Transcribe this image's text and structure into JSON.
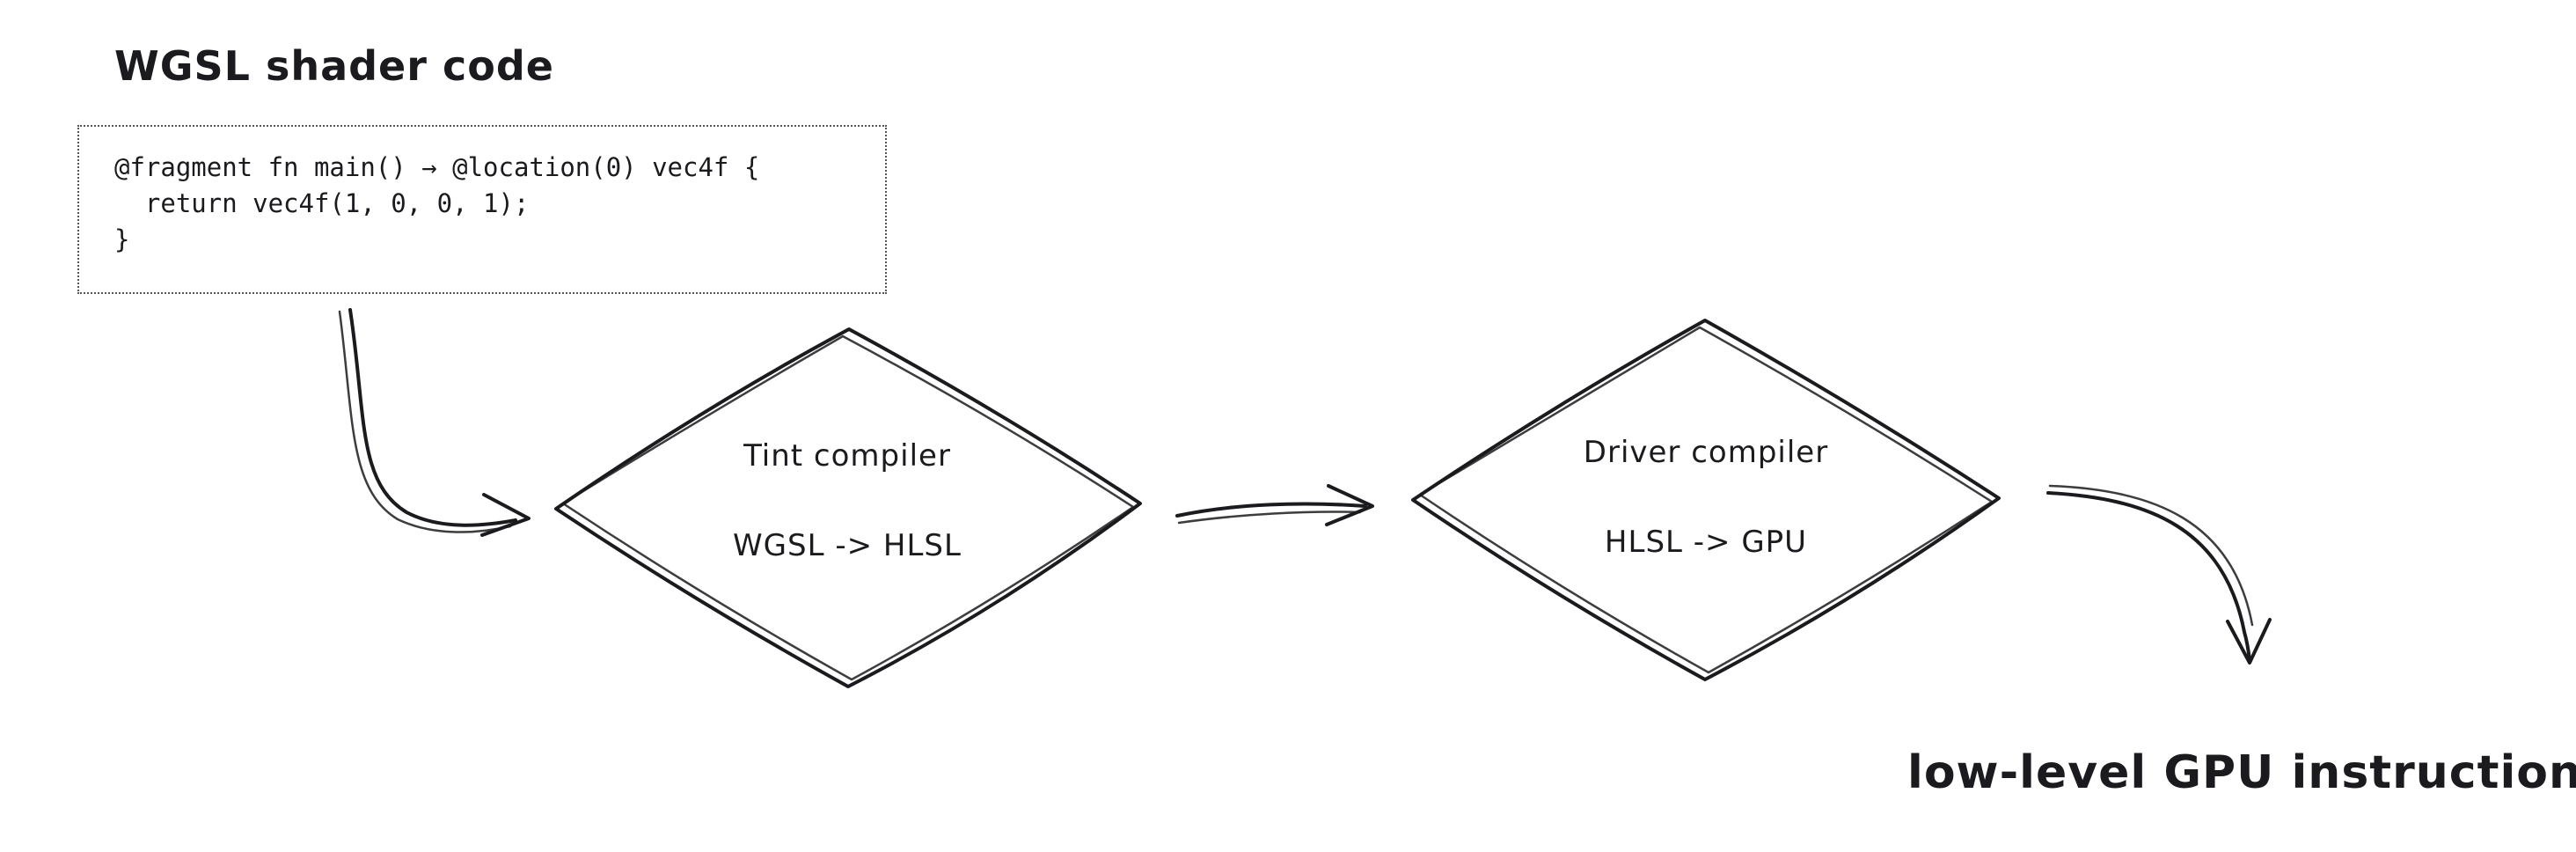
{
  "canvas": {
    "background": "#ffffff",
    "ink_color": "#1b1b1f"
  },
  "title": {
    "label": "WGSL shader code"
  },
  "code_box": {
    "lines": [
      "@fragment fn main() → @location(0) vec4f {",
      "  return vec4f(1, 0, 0, 1);",
      "}"
    ]
  },
  "nodes": [
    {
      "id": "tint-compiler",
      "title": "Tint compiler",
      "subtitle": "WGSL -> HLSL"
    },
    {
      "id": "driver-compiler",
      "title": "Driver compiler",
      "subtitle": "HLSL -> GPU"
    }
  ],
  "output": {
    "label": "low-level GPU instructions"
  }
}
